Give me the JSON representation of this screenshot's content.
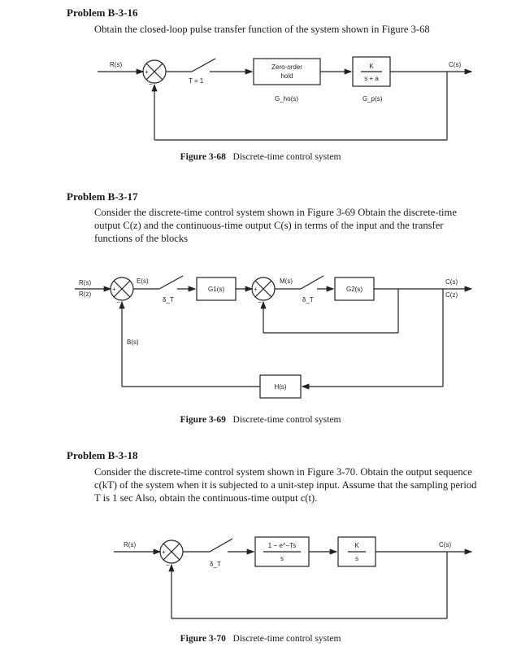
{
  "p16": {
    "heading": "Problem B-3-16",
    "text": "Obtain the closed-loop pulse transfer function of the system shown in Figure 3-68",
    "fig": {
      "input": "R(s)",
      "output": "C(s)",
      "sampler": "T = 1",
      "plus": "+",
      "minus": "−",
      "block1_line1": "Zero-order",
      "block1_line2": "hold",
      "block1_label": "G_ho(s)",
      "block2_num": "K",
      "block2_den": "s + a",
      "block2_label": "G_p(s)"
    },
    "caption_no": "Figure 3-68",
    "caption_text": "Discrete-time control system"
  },
  "p17": {
    "heading": "Problem B-3-17",
    "text": "Consider the discrete-time control system shown in Figure 3-69 Obtain the discrete-time output C(z) and the continuous-time output C(s) in terms of the input and the transfer functions of the blocks",
    "fig": {
      "input1": "R(s)",
      "input2": "R(z)",
      "error": "E(s)",
      "sampler1": "δ_T",
      "g1": "G1(s)",
      "m": "M(s)",
      "sampler2": "δ_T",
      "g2": "G2(s)",
      "output1": "C(s)",
      "output2": "C(z)",
      "feedback": "B(s)",
      "h": "H(s)",
      "plus": "+",
      "minus": "−"
    },
    "caption_no": "Figure 3-69",
    "caption_text": "Discrete-time control system"
  },
  "p18": {
    "heading": "Problem B-3-18",
    "text": "Consider the discrete-time control system shown in Figure 3-70. Obtain the output sequence c(kT) of the system when it is subjected to a unit-step input. Assume that the sampling period T is 1 sec Also, obtain the continuous-time output c(t).",
    "fig": {
      "input": "R(s)",
      "output": "C(s)",
      "sampler": "δ_T",
      "block1_num": "1 − e^−Ts",
      "block1_den": "s",
      "block2_num": "K",
      "block2_den": "s",
      "plus": "+",
      "minus": "−"
    },
    "caption_no": "Figure 3-70",
    "caption_text": "Discrete-time control system"
  }
}
